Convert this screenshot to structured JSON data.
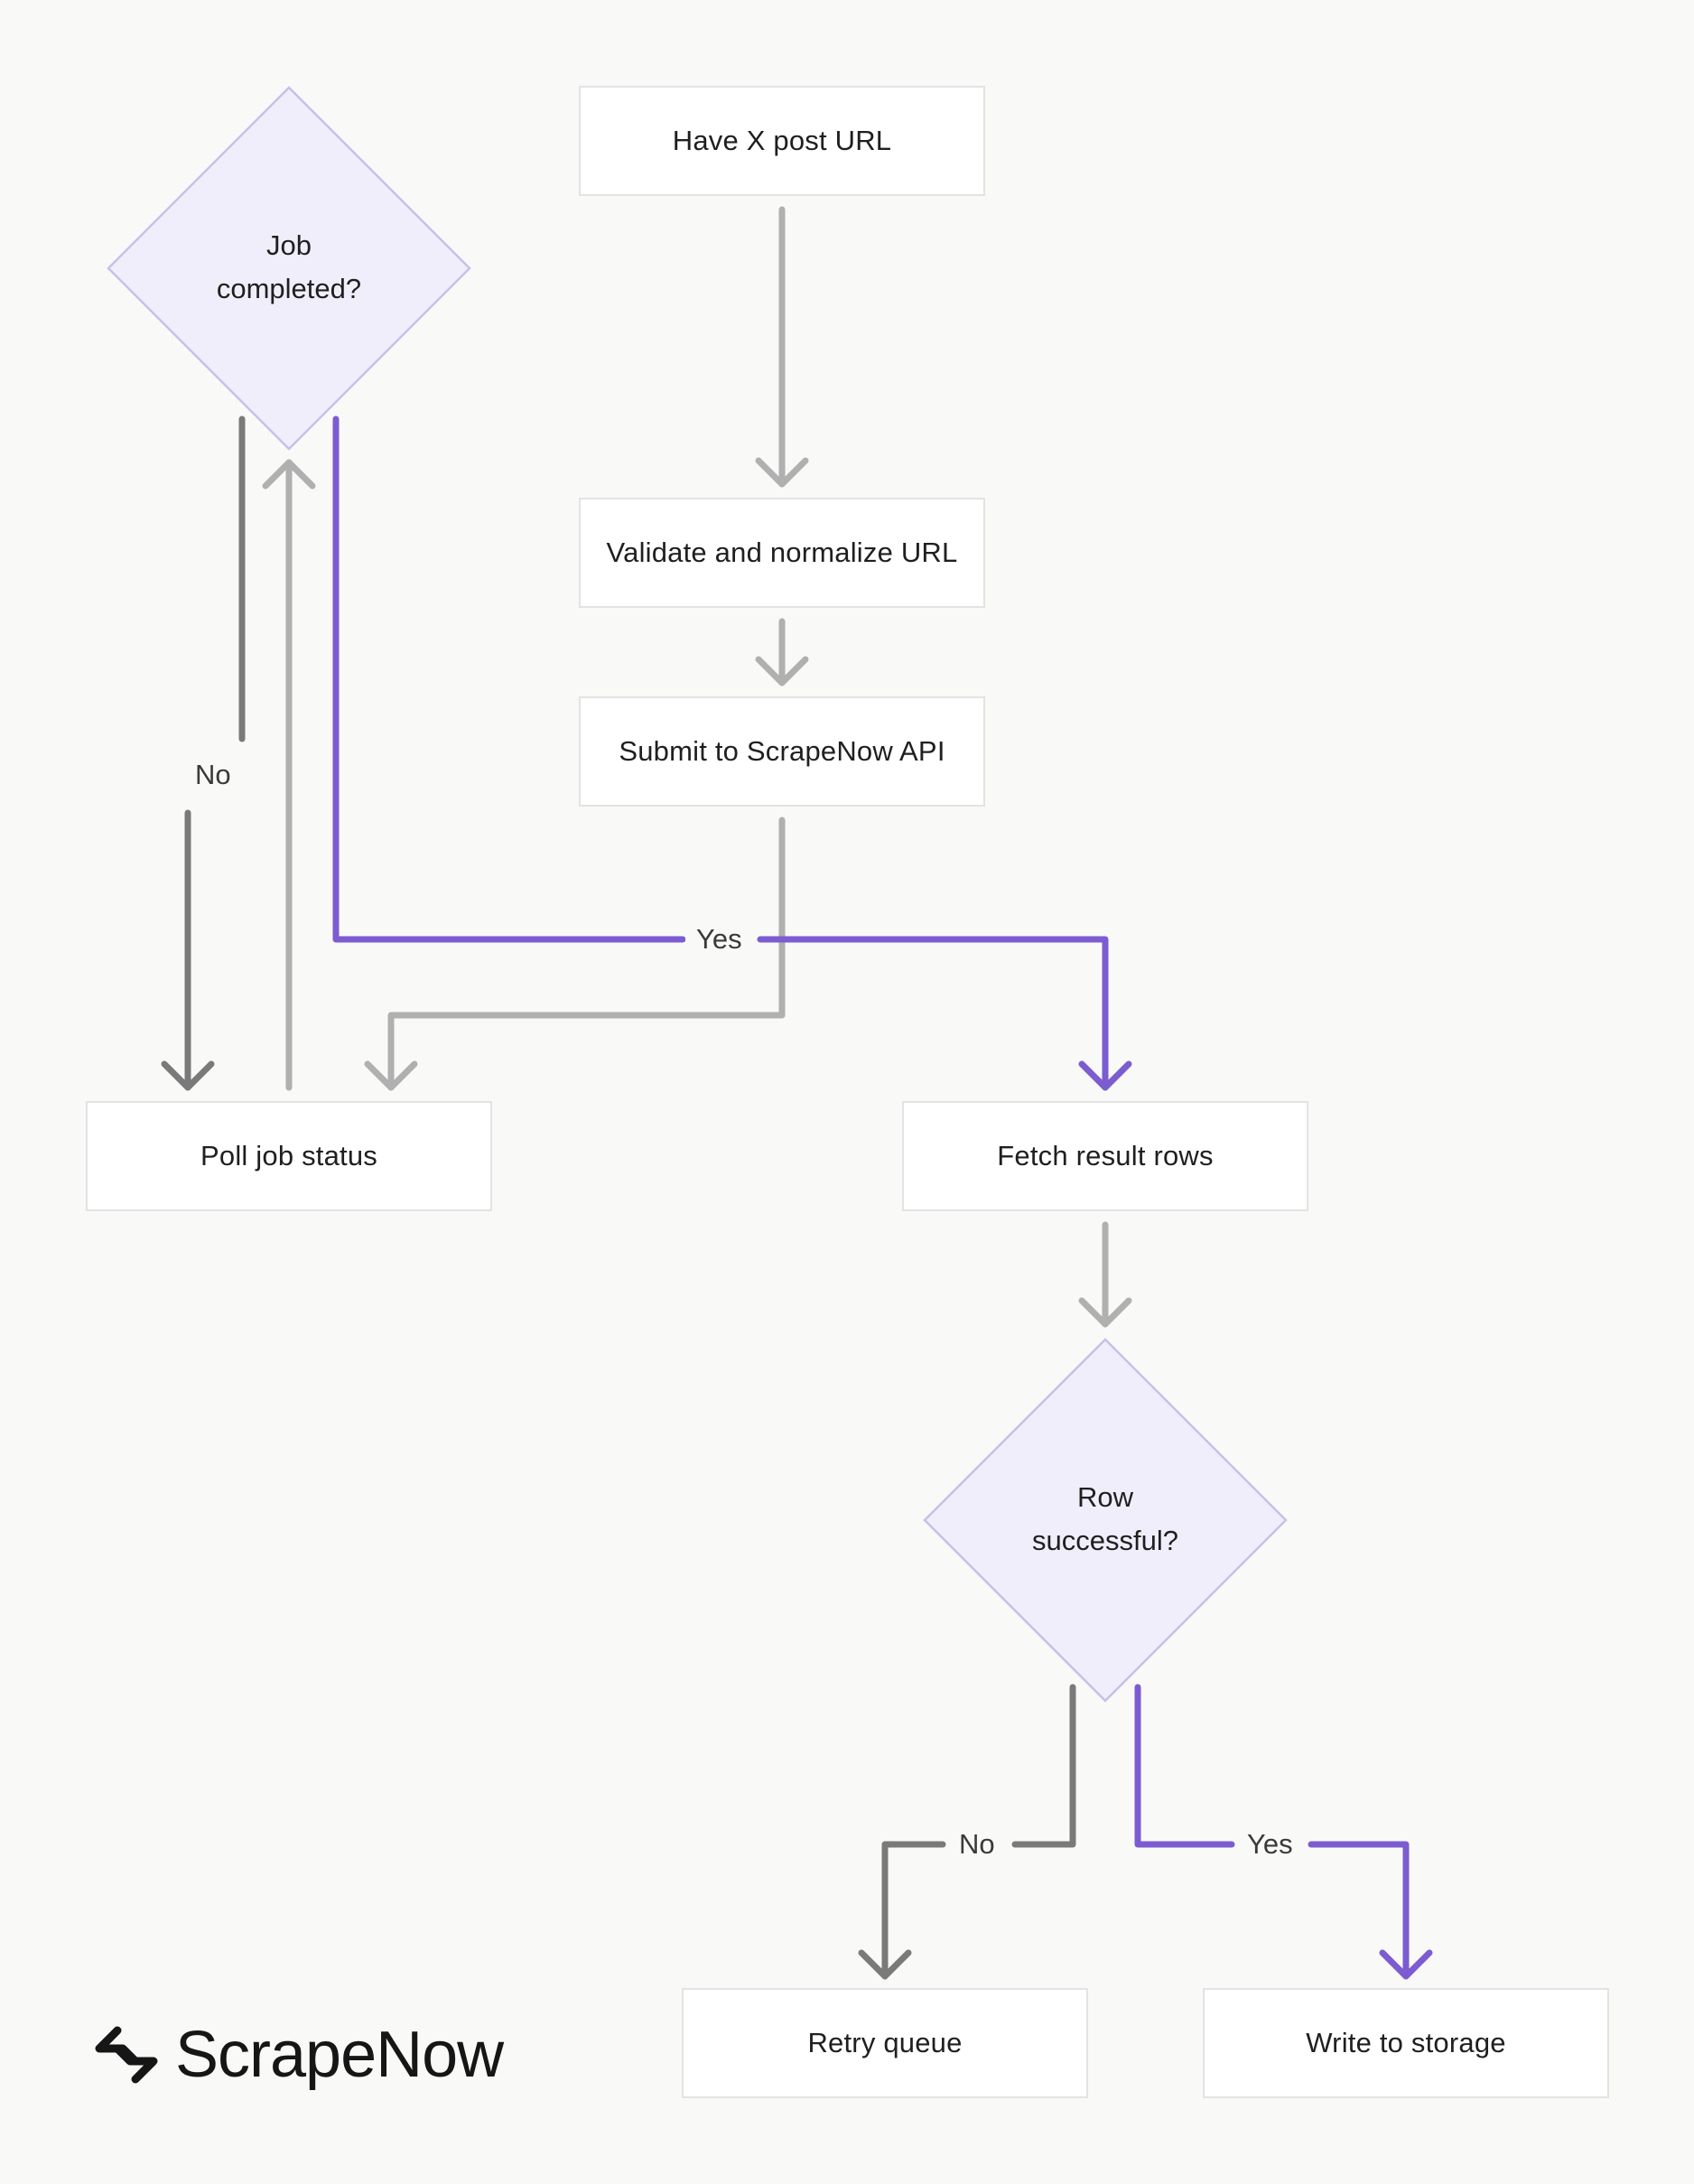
{
  "nodes": {
    "have_url": "Have X post URL",
    "validate": "Validate and normalize URL",
    "submit": "Submit to ScrapeNow API",
    "poll": "Poll job status",
    "fetch": "Fetch result rows",
    "retry": "Retry queue",
    "write": "Write to storage"
  },
  "decisions": {
    "job_line1": "Job",
    "job_line2": "completed?",
    "row_line1": "Row",
    "row_line2": "successful?"
  },
  "edges": {
    "job_no": "No",
    "job_yes": "Yes",
    "row_no": "No",
    "row_yes": "Yes"
  },
  "colors": {
    "neutral": "#b0b0b0",
    "no_path": "#7a7a7a",
    "yes_path": "#7c5cd0",
    "diamond_fill": "#f1eefb",
    "diamond_stroke": "#c9bfea"
  },
  "brand": {
    "name": "ScrapeNow",
    "icon": "scrapenow-logo-icon"
  }
}
